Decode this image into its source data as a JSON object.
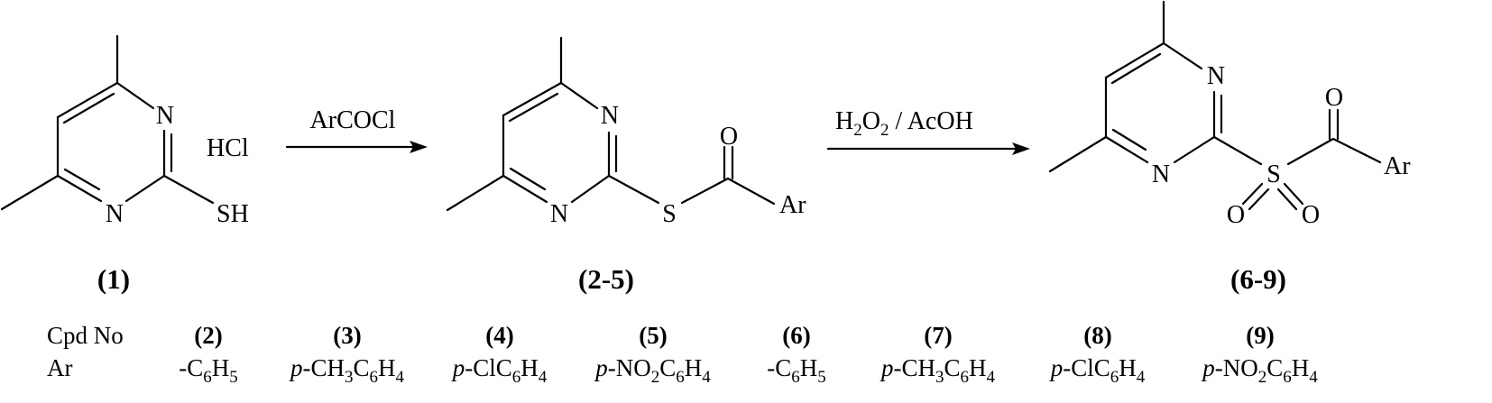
{
  "atoms": {
    "n": "N",
    "s": "S",
    "o": "O",
    "sh": "SH",
    "ar": "Ar",
    "hcl": "HCl"
  },
  "arrows": {
    "step1": {
      "reagent": "ArCOCl"
    },
    "step2": {
      "reagent_parts": [
        "H",
        "2",
        "O",
        "2",
        " / AcOH"
      ]
    }
  },
  "compounds": {
    "c1": {
      "label": "(1)"
    },
    "c2_5": {
      "label": "(2-5)"
    },
    "c6_9": {
      "label": "(6-9)"
    }
  },
  "table": {
    "header_cpd": "Cpd No",
    "header_ar": "Ar",
    "columns": [
      {
        "cpd": "(2)",
        "ar_parts": [
          [
            "n",
            "-C"
          ],
          [
            "sub",
            "6"
          ],
          [
            "n",
            "H"
          ],
          [
            "sub",
            "5"
          ]
        ]
      },
      {
        "cpd": "(3)",
        "ar_parts": [
          [
            "i",
            "p"
          ],
          [
            "n",
            "-CH"
          ],
          [
            "sub",
            "3"
          ],
          [
            "n",
            "C"
          ],
          [
            "sub",
            "6"
          ],
          [
            "n",
            "H"
          ],
          [
            "sub",
            "4"
          ]
        ]
      },
      {
        "cpd": "(4)",
        "ar_parts": [
          [
            "i",
            "p"
          ],
          [
            "n",
            "-ClC"
          ],
          [
            "sub",
            "6"
          ],
          [
            "n",
            "H"
          ],
          [
            "sub",
            "4"
          ]
        ]
      },
      {
        "cpd": "(5)",
        "ar_parts": [
          [
            "i",
            "p"
          ],
          [
            "n",
            "-NO"
          ],
          [
            "sub",
            "2"
          ],
          [
            "n",
            "C"
          ],
          [
            "sub",
            "6"
          ],
          [
            "n",
            "H"
          ],
          [
            "sub",
            "4"
          ]
        ]
      },
      {
        "cpd": "(6)",
        "ar_parts": [
          [
            "n",
            "-C"
          ],
          [
            "sub",
            "6"
          ],
          [
            "n",
            "H"
          ],
          [
            "sub",
            "5"
          ]
        ]
      },
      {
        "cpd": "(7)",
        "ar_parts": [
          [
            "i",
            "p"
          ],
          [
            "n",
            "-CH"
          ],
          [
            "sub",
            "3"
          ],
          [
            "n",
            "C"
          ],
          [
            "sub",
            "6"
          ],
          [
            "n",
            "H"
          ],
          [
            "sub",
            "4"
          ]
        ]
      },
      {
        "cpd": "(8)",
        "ar_parts": [
          [
            "i",
            "p"
          ],
          [
            "n",
            "-ClC"
          ],
          [
            "sub",
            "6"
          ],
          [
            "n",
            "H"
          ],
          [
            "sub",
            "4"
          ]
        ]
      },
      {
        "cpd": "(9)",
        "ar_parts": [
          [
            "i",
            "p"
          ],
          [
            "n",
            "-NO"
          ],
          [
            "sub",
            "2"
          ],
          [
            "n",
            "C"
          ],
          [
            "sub",
            "6"
          ],
          [
            "n",
            "H"
          ],
          [
            "sub",
            "4"
          ]
        ]
      }
    ]
  }
}
